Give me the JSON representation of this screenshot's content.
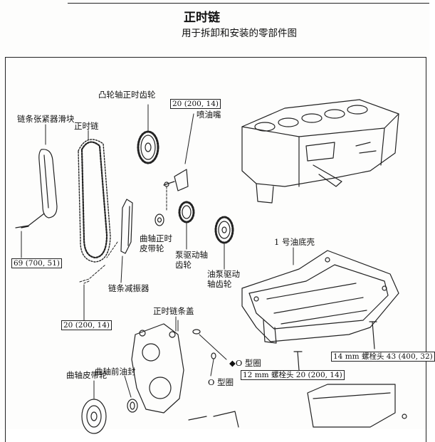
{
  "title": "正时链",
  "subtitle": "用于拆卸和安装的零部件图",
  "labels": {
    "camshaft_gear": "凸轮轴正时齿轮",
    "chain_tensioner_slipper": "链条张紧器滑块",
    "timing_chain": "正时链",
    "oil_nozzle": "喷油嘴",
    "crank_timing_pulley_l1": "曲轴正时",
    "crank_timing_pulley_l2": "皮带轮",
    "pump_drive_gear_l1": "泵驱动轴",
    "pump_drive_gear_l2": "齿轮",
    "oil_pump_drive_gear_l1": "油泵驱动",
    "oil_pump_drive_gear_l2": "轴齿轮",
    "chain_damper": "链条减振器",
    "oil_pan": "1 号油底壳",
    "timing_chain_cover": "正时链条盖",
    "crank_front_seal": "曲轴前油封",
    "crank_pulley": "曲轴皮带轮",
    "o_ring_1": "◆O 型圈",
    "o_ring_2": "O 型圈"
  },
  "torques": {
    "nozzle": "20 (200, 14)",
    "tensioner": "69 (700, 51)",
    "damper": "20 (200, 14)",
    "bolt14": "14 mm 螺栓头 43 (400, 32)",
    "bolt12": "12 mm 螺栓头 20 (200, 14)"
  }
}
